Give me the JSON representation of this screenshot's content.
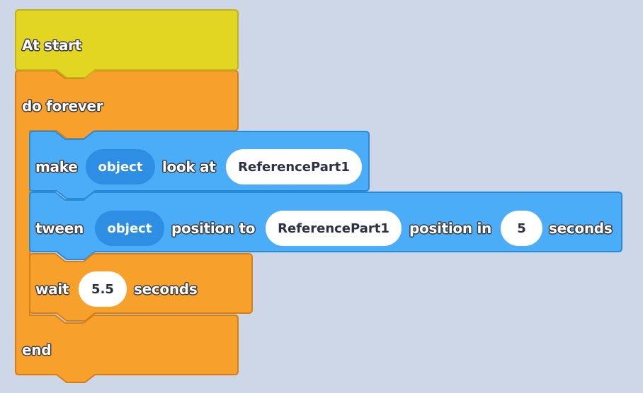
{
  "blocks": {
    "at_start": {
      "label": "At start",
      "color": "#e3d622"
    },
    "do_forever": {
      "label": "do forever",
      "color": "#f7a12c"
    },
    "make_look_at": {
      "make_label": "make",
      "object_param": "object",
      "look_at_label": "look at",
      "target": "ReferencePart1",
      "color": "#4badf7"
    },
    "tween": {
      "tween_label": "tween",
      "object_param": "object",
      "position_to_label": "position to",
      "target": "ReferencePart1",
      "position_in_label": "position in",
      "duration": "5",
      "seconds_label": "seconds",
      "color": "#4badf7"
    },
    "wait": {
      "wait_label": "wait",
      "duration": "5.5",
      "seconds_label": "seconds",
      "color": "#f7a12c"
    },
    "end": {
      "label": "end",
      "color": "#f7a12c"
    }
  },
  "colors": {
    "background": "#cdd7e8",
    "variable_pill": "#2d8ee3",
    "value_pill": "#ffffff"
  }
}
